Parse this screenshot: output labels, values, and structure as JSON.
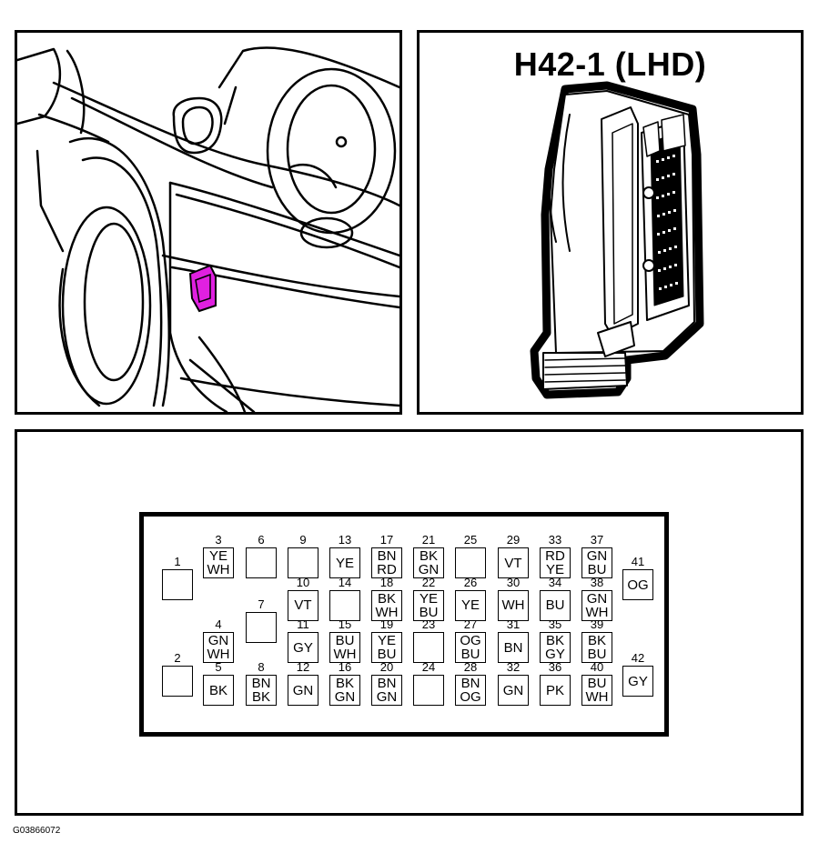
{
  "title": "H42-1 (LHD)",
  "figure_code": "G03866072",
  "icons": {
    "car_view": "car-door-location-illustration",
    "connector_view": "connector-housing-illustration",
    "location_marker": "connector-location-marker"
  },
  "colors": {
    "highlight": "#e020e0",
    "line": "#000000"
  },
  "pins": [
    {
      "num": "1",
      "wires": []
    },
    {
      "num": "2",
      "wires": []
    },
    {
      "num": "3",
      "wires": [
        "YE",
        "WH"
      ]
    },
    {
      "num": "4",
      "wires": [
        "GN",
        "WH"
      ]
    },
    {
      "num": "5",
      "wires": [
        "BK"
      ]
    },
    {
      "num": "6",
      "wires": []
    },
    {
      "num": "7",
      "wires": []
    },
    {
      "num": "8",
      "wires": [
        "BN",
        "BK"
      ]
    },
    {
      "num": "9",
      "wires": []
    },
    {
      "num": "10",
      "wires": [
        "VT"
      ]
    },
    {
      "num": "11",
      "wires": [
        "GY"
      ]
    },
    {
      "num": "12",
      "wires": [
        "GN"
      ]
    },
    {
      "num": "13",
      "wires": [
        "YE"
      ]
    },
    {
      "num": "14",
      "wires": []
    },
    {
      "num": "15",
      "wires": [
        "BU",
        "WH"
      ]
    },
    {
      "num": "16",
      "wires": [
        "BK",
        "GN"
      ]
    },
    {
      "num": "17",
      "wires": [
        "BN",
        "RD"
      ]
    },
    {
      "num": "18",
      "wires": [
        "BK",
        "WH"
      ]
    },
    {
      "num": "19",
      "wires": [
        "YE",
        "BU"
      ]
    },
    {
      "num": "20",
      "wires": [
        "BN",
        "GN"
      ]
    },
    {
      "num": "21",
      "wires": [
        "BK",
        "GN"
      ]
    },
    {
      "num": "22",
      "wires": [
        "YE",
        "BU"
      ]
    },
    {
      "num": "23",
      "wires": []
    },
    {
      "num": "24",
      "wires": []
    },
    {
      "num": "25",
      "wires": []
    },
    {
      "num": "26",
      "wires": [
        "YE"
      ]
    },
    {
      "num": "27",
      "wires": [
        "OG",
        "BU"
      ]
    },
    {
      "num": "28",
      "wires": [
        "BN",
        "OG"
      ]
    },
    {
      "num": "29",
      "wires": [
        "VT"
      ]
    },
    {
      "num": "30",
      "wires": [
        "WH"
      ]
    },
    {
      "num": "31",
      "wires": [
        "BN"
      ]
    },
    {
      "num": "32",
      "wires": [
        "GN"
      ]
    },
    {
      "num": "33",
      "wires": [
        "RD",
        "YE"
      ]
    },
    {
      "num": "34",
      "wires": [
        "BU"
      ]
    },
    {
      "num": "35",
      "wires": [
        "BK",
        "GY"
      ]
    },
    {
      "num": "36",
      "wires": [
        "PK"
      ]
    },
    {
      "num": "37",
      "wires": [
        "GN",
        "BU"
      ]
    },
    {
      "num": "38",
      "wires": [
        "GN",
        "WH"
      ]
    },
    {
      "num": "39",
      "wires": [
        "BK",
        "BU"
      ]
    },
    {
      "num": "40",
      "wires": [
        "BU",
        "WH"
      ]
    },
    {
      "num": "41",
      "wires": [
        "OG"
      ]
    },
    {
      "num": "42",
      "wires": [
        "GY"
      ]
    }
  ]
}
